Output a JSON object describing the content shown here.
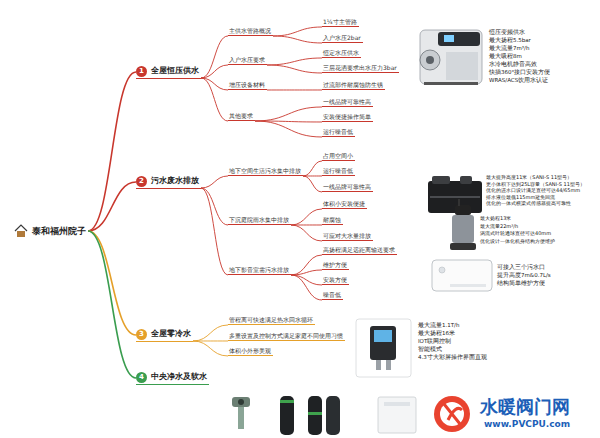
{
  "diagram": {
    "nodes": [
      {
        "text": [
          "泰和福州院子"
        ]
      },
      {
        "text": [
          "1",
          "全屋恒压供水"
        ]
      },
      {
        "text": [
          "主供水管路概况"
        ]
      },
      {
        "text": [
          "1¼寸主管路"
        ]
      },
      {
        "text": [
          "入户水压2bar"
        ]
      },
      {
        "text": [
          "入户水压要求"
        ]
      },
      {
        "text": [
          "恒定水压供水"
        ]
      },
      {
        "text": [
          "三层花洒要求出水压力3bar"
        ]
      },
      {
        "text": [
          "增压设备材料"
        ]
      },
      {
        "text": [
          "过流部件耐腐蚀防生锈"
        ]
      },
      {
        "text": [
          "其他要求"
        ]
      },
      {
        "text": [
          "一线品牌可靠性高"
        ]
      },
      {
        "text": [
          "安装便捷操作简单"
        ]
      },
      {
        "text": [
          "运行噪音低"
        ]
      },
      {
        "text": [
          "2",
          "污水废水排放"
        ]
      },
      {
        "text": [
          "地下空间生活污水集中排放"
        ]
      },
      {
        "text": [
          "占用空间小"
        ]
      },
      {
        "text": [
          "运行噪音低"
        ]
      },
      {
        "text": [
          "一线品牌可靠性高"
        ]
      },
      {
        "text": [
          "下沉庭院雨水集中排放"
        ]
      },
      {
        "text": [
          "体积小安装便捷"
        ]
      },
      {
        "text": [
          "耐腐蚀"
        ]
      },
      {
        "text": [
          "可应对大水量排放"
        ]
      },
      {
        "text": [
          "地下影音室需污水排放"
        ]
      },
      {
        "text": [
          "高扬程满足远距离输送要求"
        ]
      },
      {
        "text": [
          "维护方便"
        ]
      },
      {
        "text": [
          "安装方便"
        ]
      },
      {
        "text": [
          "噪音低"
        ]
      },
      {
        "text": [
          "3",
          "全屋零冷水"
        ]
      },
      {
        "text": [
          "管程离可快速满足热水回水循环"
        ]
      },
      {
        "text": [
          "多重设置及控制方式满足家庭不同使用习惯"
        ]
      },
      {
        "text": [
          "体积小外形美观"
        ]
      },
      {
        "text": [
          "4",
          "中央净水及软水"
        ]
      }
    ],
    "edges": [
      {
        "from": 0,
        "to": 1,
        "arrow": "none"
      },
      {
        "from": 0,
        "to": 14,
        "arrow": "none"
      },
      {
        "from": 0,
        "to": 28,
        "arrow": "none"
      },
      {
        "from": 0,
        "to": 32,
        "arrow": "none"
      },
      {
        "from": 1,
        "to": 2,
        "arrow": "none"
      },
      {
        "from": 1,
        "to": 5,
        "arrow": "none"
      },
      {
        "from": 1,
        "to": 8,
        "arrow": "none"
      },
      {
        "from": 1,
        "to": 10,
        "arrow": "none"
      },
      {
        "from": 2,
        "to": 3,
        "arrow": "none"
      },
      {
        "from": 2,
        "to": 4,
        "arrow": "none"
      },
      {
        "from": 5,
        "to": 6,
        "arrow": "none"
      },
      {
        "from": 5,
        "to": 7,
        "arrow": "none"
      },
      {
        "from": 8,
        "to": 9,
        "arrow": "none"
      },
      {
        "from": 10,
        "to": 11,
        "arrow": "none"
      },
      {
        "from": 10,
        "to": 12,
        "arrow": "none"
      },
      {
        "from": 10,
        "to": 13,
        "arrow": "none"
      },
      {
        "from": 14,
        "to": 15,
        "arrow": "none"
      },
      {
        "from": 14,
        "to": 19,
        "arrow": "none"
      },
      {
        "from": 14,
        "to": 23,
        "arrow": "none"
      },
      {
        "from": 15,
        "to": 16,
        "arrow": "none"
      },
      {
        "from": 15,
        "to": 17,
        "arrow": "none"
      },
      {
        "from": 15,
        "to": 18,
        "arrow": "none"
      },
      {
        "from": 19,
        "to": 20,
        "arrow": "none"
      },
      {
        "from": 19,
        "to": 21,
        "arrow": "none"
      },
      {
        "from": 19,
        "to": 22,
        "arrow": "none"
      },
      {
        "from": 23,
        "to": 24,
        "arrow": "none"
      },
      {
        "from": 23,
        "to": 25,
        "arrow": "none"
      },
      {
        "from": 23,
        "to": 26,
        "arrow": "none"
      },
      {
        "from": 23,
        "to": 27,
        "arrow": "none"
      },
      {
        "from": 28,
        "to": 29,
        "arrow": "none"
      },
      {
        "from": 28,
        "to": 30,
        "arrow": "none"
      },
      {
        "from": 28,
        "to": 31,
        "arrow": "none"
      }
    ],
    "labels": [
      "恒压变频供水",
      "最大扬程5.5bar",
      "最大流量7m³/h",
      "最大吸程8m",
      "水冷电机静音高效",
      "快插360°接口安装方便",
      "WRAS/ACS饮用水认证",
      "最大提升高度11米（SANI-S 11型号）",
      "更小体积下达到25L容量（SANI-S 11型号）",
      "优化的进水口设计满足直径可达44/65mm",
      "排水液位最低115mm避免回流",
      "优化的一体式横梁式传感器提高可靠性",
      "最大扬程13米",
      "最大流量22m³/h",
      "涡流式叶轮通球直径可达40mm",
      "优化设计一体化机身结构方便维护",
      "可接入三个污水口",
      "提升高度7m&0.7L/s",
      "结构简单维护方便",
      "最大流量1.1T/h",
      "最大扬程16米",
      "IOT联网控制",
      "智能模式",
      "4.3寸大彩屏操作界面直观",
      "水暖阀门网",
      "www.PVCPU.com"
    ]
  }
}
